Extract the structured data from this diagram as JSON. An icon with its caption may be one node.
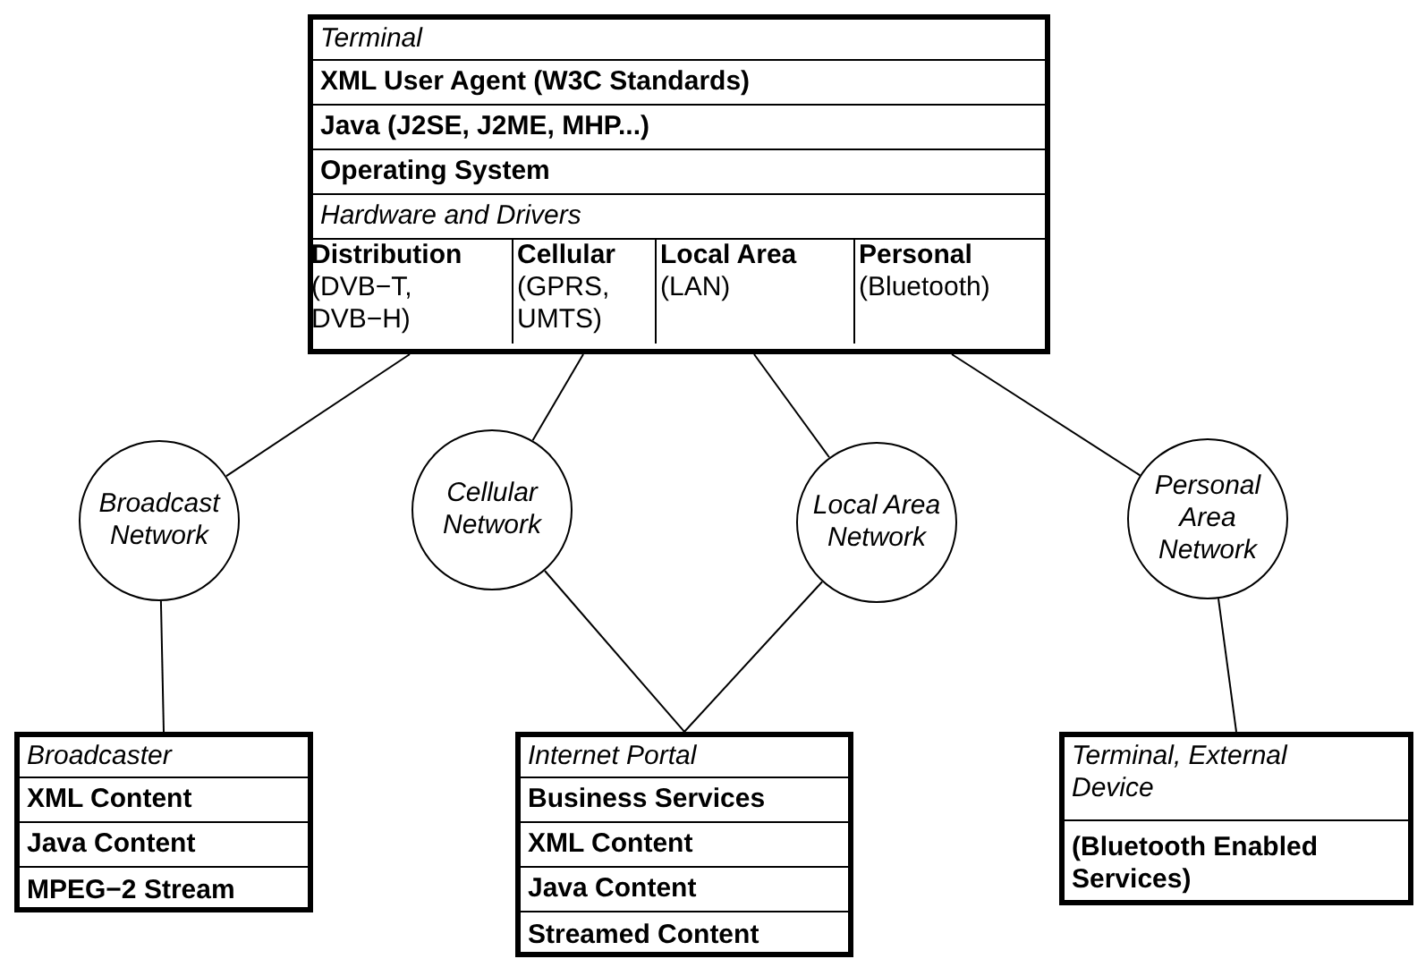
{
  "diagram": {
    "nodes": [
      {
        "text": [
          "Terminal"
        ]
      },
      {
        "text": [
          "XML User Agent (W3C Standards)"
        ],
        "in": 0
      },
      {
        "text": [
          "Java (J2SE, J2ME, MHP...)"
        ],
        "in": 0
      },
      {
        "text": [
          "Operating System"
        ],
        "in": 0
      },
      {
        "text": [
          "Hardware and Drivers"
        ],
        "in": 0
      },
      {
        "text": [
          "Distribution",
          "(DVB−T, DVB−H)"
        ],
        "in": 0
      },
      {
        "text": [
          "Cellular",
          "(GPRS, UMTS)"
        ],
        "in": 0
      },
      {
        "text": [
          "Local Area",
          "(LAN)"
        ],
        "in": 0
      },
      {
        "text": [
          "Personal",
          "(Bluetooth)"
        ],
        "in": 0
      },
      {
        "text": [
          "Broadcast Network"
        ]
      },
      {
        "text": [
          "Cellular Network"
        ]
      },
      {
        "text": [
          "Local Area Network"
        ]
      },
      {
        "text": [
          "Personal Area Network"
        ]
      },
      {
        "text": [
          "Broadcaster"
        ]
      },
      {
        "text": [
          "XML Content"
        ],
        "in": 13
      },
      {
        "text": [
          "Java Content"
        ],
        "in": 13
      },
      {
        "text": [
          "MPEG−2 Stream"
        ],
        "in": 13
      },
      {
        "text": [
          "Internet Portal"
        ]
      },
      {
        "text": [
          "Business Services"
        ],
        "in": 17
      },
      {
        "text": [
          "XML Content"
        ],
        "in": 17
      },
      {
        "text": [
          "Java Content"
        ],
        "in": 17
      },
      {
        "text": [
          "Streamed Content"
        ],
        "in": 17
      },
      {
        "text": [
          "Terminal, External Device"
        ]
      },
      {
        "text": [
          "(Bluetooth Enabled Services)"
        ],
        "in": 22
      }
    ],
    "edges": [
      {
        "from": 5,
        "to": 9,
        "arrow": "none"
      },
      {
        "from": 6,
        "to": 10,
        "arrow": "none"
      },
      {
        "from": 7,
        "to": 11,
        "arrow": "none"
      },
      {
        "from": 8,
        "to": 12,
        "arrow": "none"
      },
      {
        "from": 9,
        "to": 13,
        "arrow": "none"
      },
      {
        "from": 10,
        "to": 17,
        "arrow": "none"
      },
      {
        "from": 11,
        "to": 17,
        "arrow": "none"
      },
      {
        "from": 12,
        "to": 22,
        "arrow": "none"
      }
    ]
  }
}
